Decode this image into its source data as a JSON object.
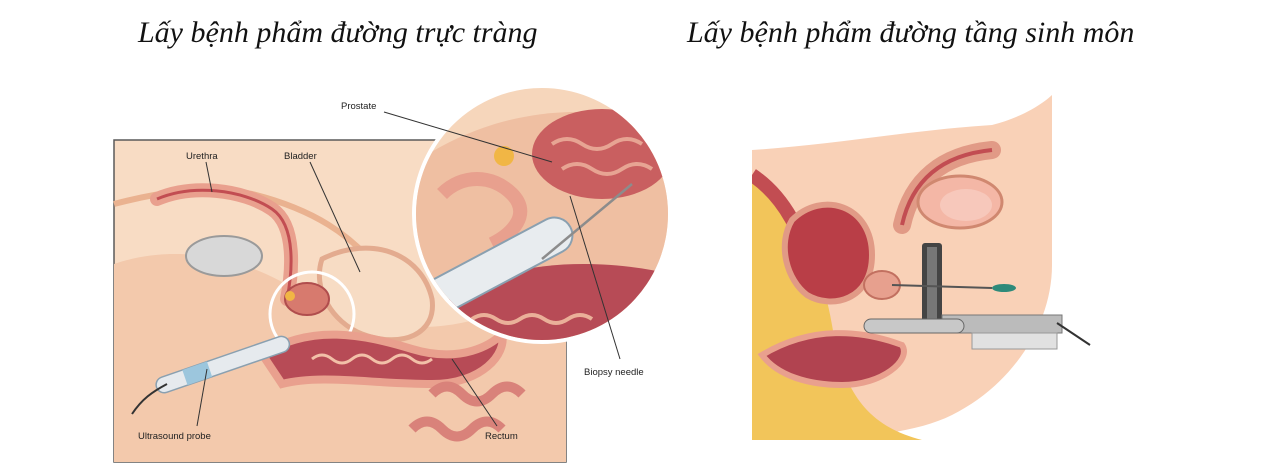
{
  "titles": {
    "left": "Lấy bệnh phẩm đường trực tràng",
    "right": "Lấy bệnh phẩm đường tầng sinh môn"
  },
  "left_diagram": {
    "labels": {
      "prostate": "Prostate",
      "urethra": "Urethra",
      "bladder": "Bladder",
      "biopsy_needle": "Biopsy needle",
      "ultrasound_probe": "Ultrasound probe",
      "rectum": "Rectum"
    }
  },
  "colors": {
    "tissue_light": "#f6d6bb",
    "tissue_pink": "#e9a08e",
    "muscle_red": "#c24d52",
    "probe_blue": "#9cc6dd",
    "fat_yellow": "#f2c55a"
  }
}
